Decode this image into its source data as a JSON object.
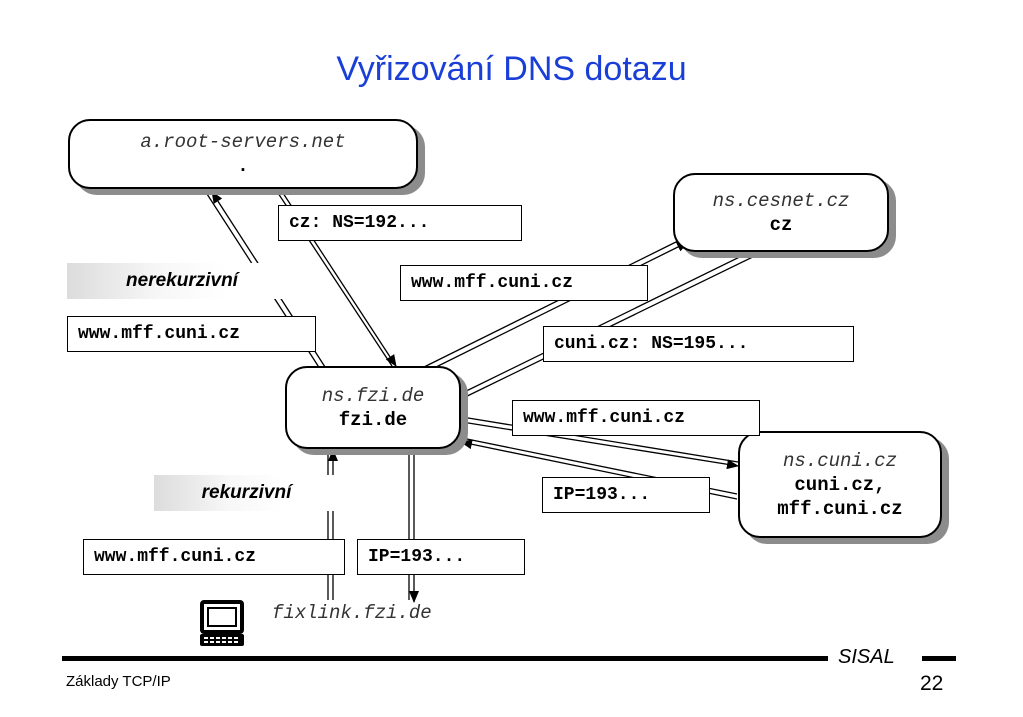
{
  "slide": {
    "title": "Vyřizování DNS dotazu",
    "footer_left": "Základy TCP/IP",
    "footer_brand": "SISAL",
    "page_number": "22"
  },
  "nodes": {
    "root": {
      "name": "a.root-servers.net",
      "zone": "."
    },
    "cesnet": {
      "name": "ns.cesnet.cz",
      "zone": "cz"
    },
    "fzi": {
      "name": "ns.fzi.de",
      "zone": "fzi.de"
    },
    "cuni": {
      "name": "ns.cuni.cz",
      "zone_line1": "cuni.cz,",
      "zone_line2": "mff.cuni.cz"
    }
  },
  "client": {
    "name": "fixlink.fzi.de",
    "icon": "computer-icon"
  },
  "messages": {
    "to_root": "www.mff.cuni.cz",
    "from_root": "cz: NS=192...",
    "to_cesnet": "www.mff.cuni.cz",
    "from_cesnet": "cuni.cz: NS=195...",
    "to_cuni": "www.mff.cuni.cz",
    "from_cuni": "IP=193...",
    "client_query": "www.mff.cuni.cz",
    "client_answer": "IP=193..."
  },
  "labels": {
    "nonrecursive": "nerekurzivní",
    "recursive": "rekurzivní"
  },
  "colors": {
    "title": "#1a3fd8",
    "node_shadow": "#8c8c8c"
  }
}
